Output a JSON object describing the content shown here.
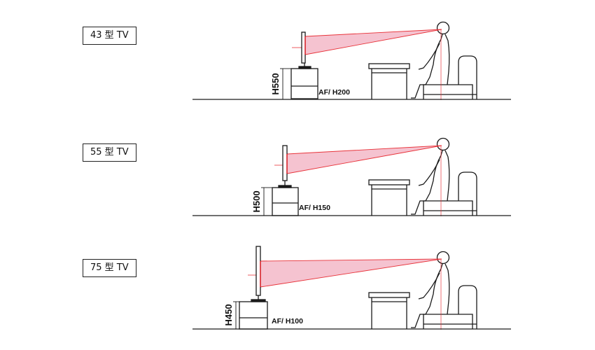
{
  "scenes": [
    {
      "size_label": "43 型 TV",
      "stand_height_label": "H550",
      "af_label": "AF/ H200"
    },
    {
      "size_label": "55 型 TV",
      "stand_height_label": "H500",
      "af_label": "AF/ H150"
    },
    {
      "size_label": "75 型 TV",
      "stand_height_label": "H450",
      "af_label": "AF/ H100"
    }
  ],
  "colors": {
    "line": "#1a1a1a",
    "sightline": "#e8333a",
    "view_cone": "#f3b9c8",
    "background": "#ffffff"
  }
}
